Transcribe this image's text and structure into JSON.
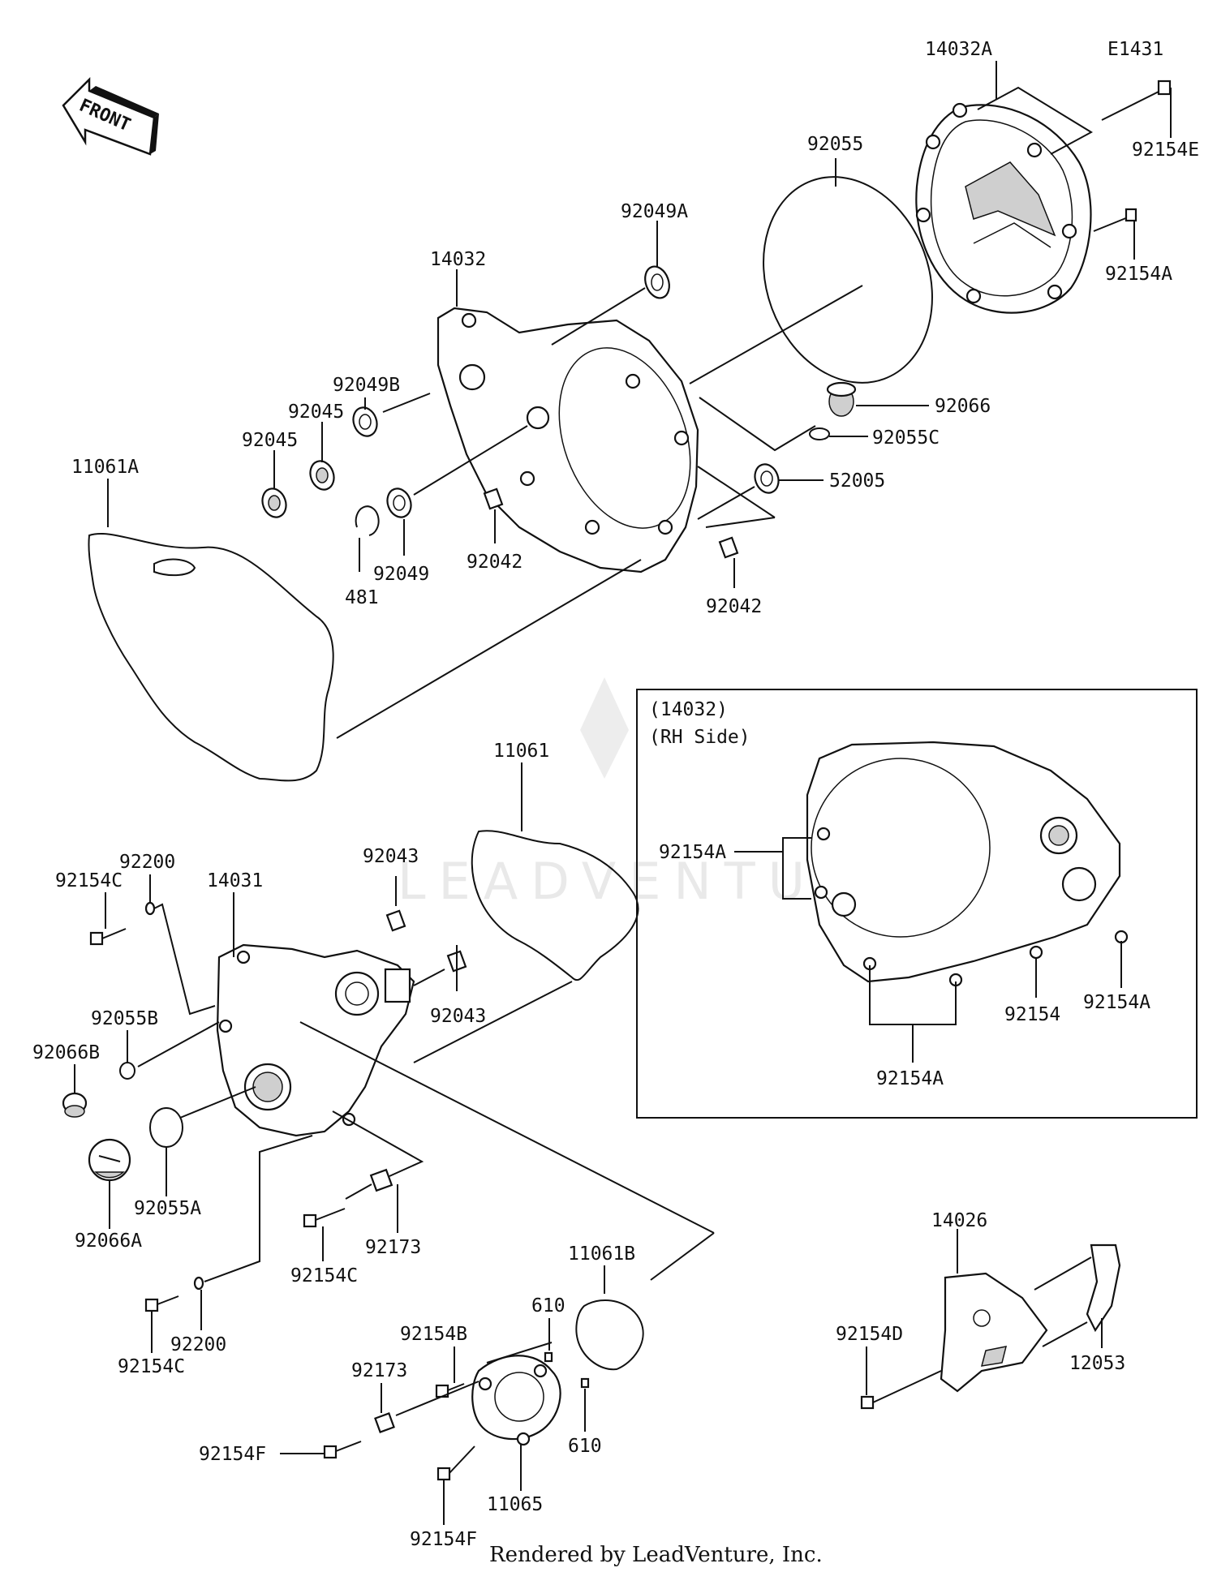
{
  "diagram_code": "E1431",
  "front_label": "FRONT",
  "watermark": "LEADVENTURE",
  "footer": "Rendered by LeadVenture, Inc.",
  "inset": {
    "line1": "(14032)",
    "line2": "(RH Side)"
  },
  "parts": {
    "p14032A": "14032A",
    "p92154E": "92154E",
    "p92055": "92055",
    "p92154A_top": "92154A",
    "p92049A": "92049A",
    "p14032": "14032",
    "p92066": "92066",
    "p92055C": "92055C",
    "p52005": "52005",
    "p92049B": "92049B",
    "p92045_a": "92045",
    "p92045_b": "92045",
    "p11061A": "11061A",
    "p481": "481",
    "p92049": "92049",
    "p92042_a": "92042",
    "p92042_b": "92042",
    "p11061": "11061",
    "p92043_a": "92043",
    "p92043_b": "92043",
    "p92200_a": "92200",
    "p14031": "14031",
    "p92154C_a": "92154C",
    "p92055B": "92055B",
    "p92066B": "92066B",
    "p92055A": "92055A",
    "p92066A": "92066A",
    "p92173_a": "92173",
    "p92154C_b": "92154C",
    "p92154C_c": "92154C",
    "p92200_b": "92200",
    "p11061B": "11061B",
    "p610_a": "610",
    "p92154B": "92154B",
    "p92173_b": "92173",
    "p610_b": "610",
    "p92154F_a": "92154F",
    "p11065": "11065",
    "p92154F_b": "92154F",
    "p92154A_in1": "92154A",
    "p92154_in": "92154",
    "p92154A_in2": "92154A",
    "p92154A_in3": "92154A",
    "p14026": "14026",
    "p92154D": "92154D",
    "p12053": "12053"
  }
}
